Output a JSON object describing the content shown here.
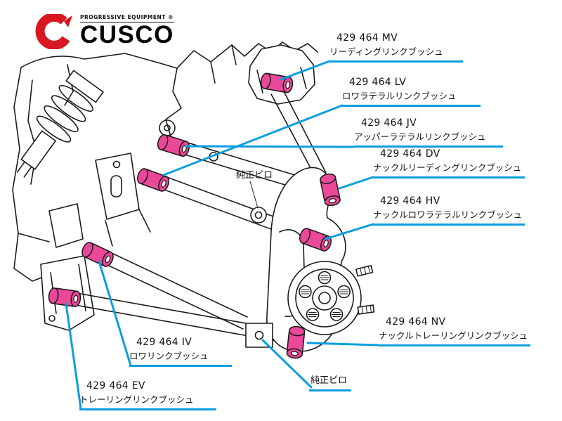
{
  "colors": {
    "accent_blue": "#0a9ee0",
    "bushing_pink": "#ea4898",
    "logo_red": "#d71820"
  },
  "logo": {
    "tagline": "PROGRESSIVE EQUIPMENT ®",
    "brand": "CUSCO"
  },
  "callouts": [
    {
      "part": "429 464 MV",
      "desc": "リーディングリンクブッシュ"
    },
    {
      "part": "429 464 LV",
      "desc": "ロワラテラルリンクブッシュ"
    },
    {
      "part": "429 464 JV",
      "desc": "アッパーラテラルリンクブッシュ"
    },
    {
      "part": "429 464 DV",
      "desc": "ナックルリーディングリンクブッシュ"
    },
    {
      "part": "429 464 HV",
      "desc": "ナックルロワラテラルリンクブッシュ"
    },
    {
      "part": "429 464 NV",
      "desc": "ナックルトレーリングリンクブッシュ"
    },
    {
      "part": "429 464 IV",
      "desc": "ロワリンクブッシュ"
    },
    {
      "part": "429 464 EV",
      "desc": "トレーリングリンクブッシュ"
    }
  ],
  "annotations": {
    "pillow_center": "純正ピロ",
    "pillow_bottom": "純正ピロ"
  }
}
